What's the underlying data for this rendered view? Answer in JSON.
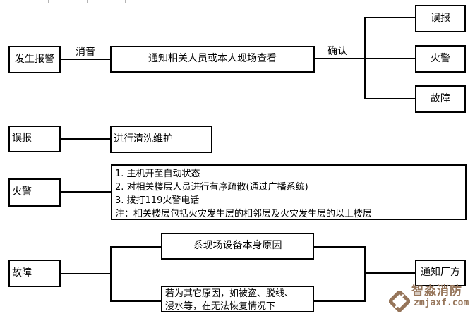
{
  "flow": {
    "alarm": {
      "label": "发生报警"
    },
    "mute": {
      "label": "消音"
    },
    "notify": {
      "label": "通知相关人员或本人现场查看"
    },
    "confirm": {
      "label": "确认"
    },
    "outcomes": {
      "false_alarm": "误报",
      "fire": "火警",
      "fault": "故障"
    },
    "false_alarm": {
      "source": "误报",
      "action": "进行清洗维护"
    },
    "fire": {
      "source": "火警",
      "steps": [
        "1. 主机开至自动状态",
        "2. 对相关楼层人员进行有序疏散(通过广播系统)",
        "3. 拨打119火警电话",
        "注：相关楼层包括火灾发生层的相邻层及火灾发生层的以上楼层"
      ]
    },
    "fault": {
      "source": "故障",
      "device_cause": "系现场设备本身原因",
      "other_cause_line1": "若为其它原因，如被盗、脱线、",
      "other_cause_line2": "浸水等，在无法恢复情况下",
      "action": "通知厂方"
    }
  },
  "watermark": {
    "brand": "智淼消防",
    "domain": "zmjaxf.com",
    "color": "#96755a"
  }
}
